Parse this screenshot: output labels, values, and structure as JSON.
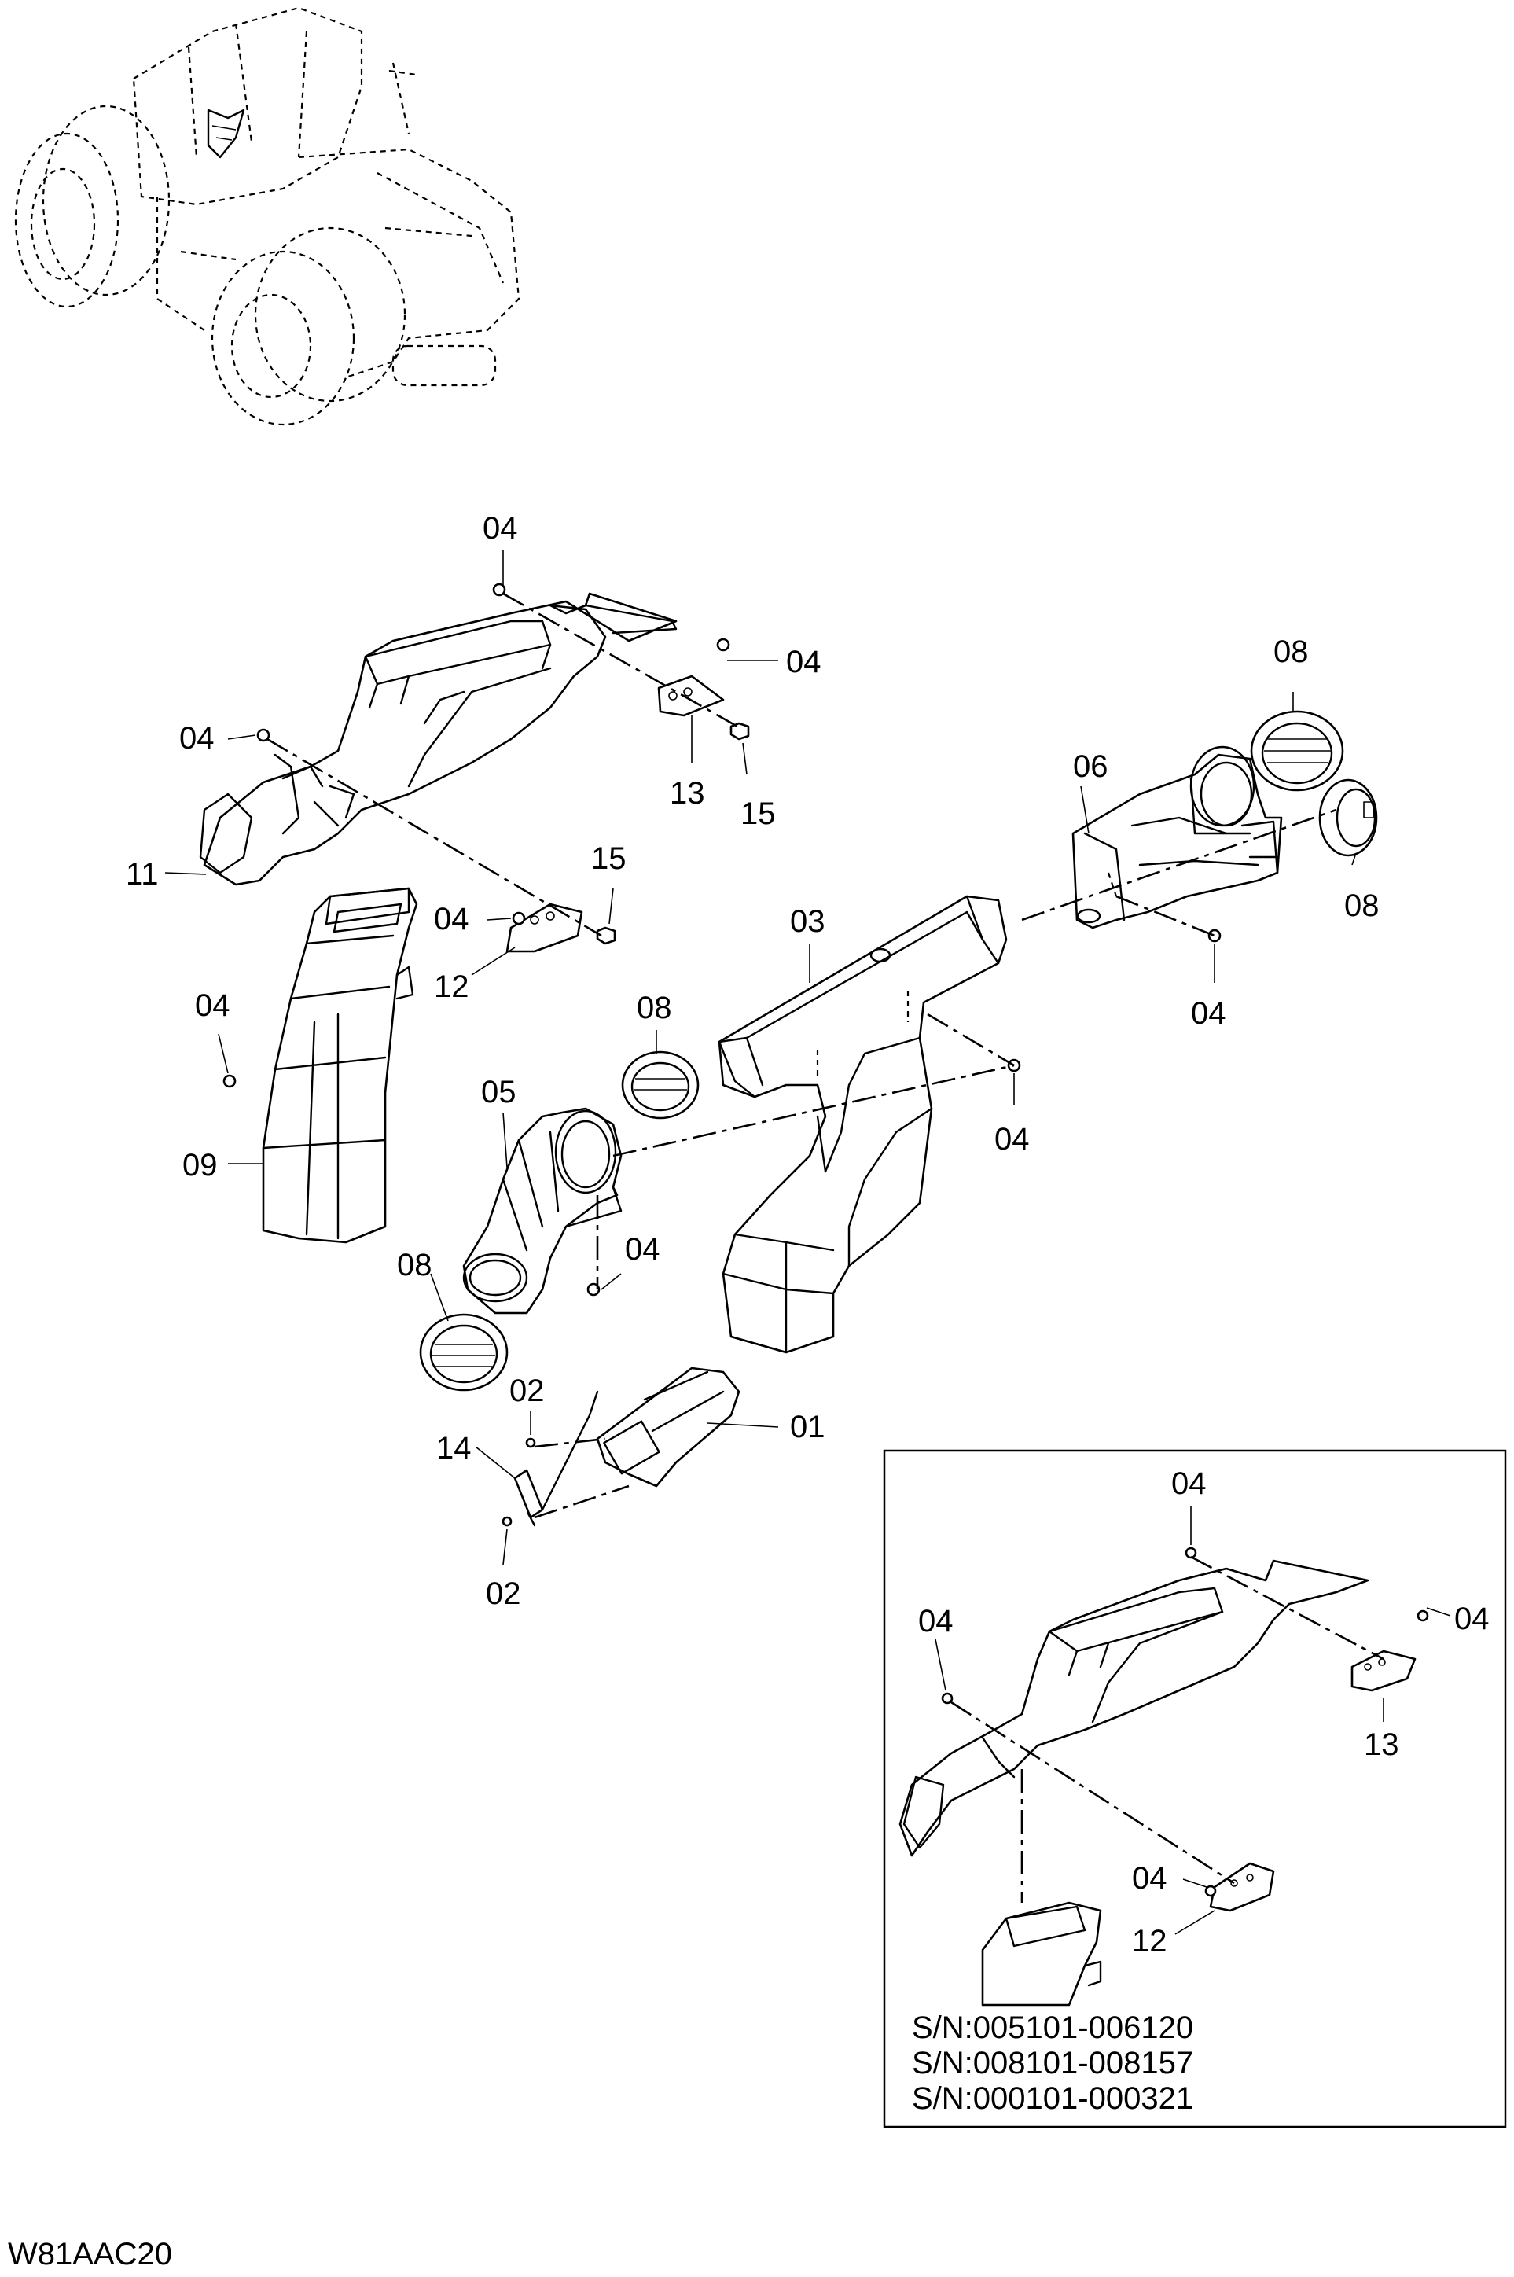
{
  "diagram_code": "W81AAC20",
  "callouts": {
    "c04_top": "04",
    "c04_bracket13_bolt": "04",
    "c13": "13",
    "c15_upper": "15",
    "c04_left": "04",
    "c11": "11",
    "c15_lower": "15",
    "c04_bracket12": "04",
    "c12": "12",
    "c04_duct09": "04",
    "c09": "09",
    "c08_top": "08",
    "c06": "06",
    "c08_right": "08",
    "c04_duct06": "04",
    "c03": "03",
    "c08_mid": "08",
    "c05": "05",
    "c04_duct03": "04",
    "c04_duct05": "04",
    "c08_low": "08",
    "c02_upper": "02",
    "c14": "14",
    "c01": "01",
    "c02_lower": "02"
  },
  "inset": {
    "callouts": {
      "c04_top": "04",
      "c04_left": "04",
      "c04_right": "04",
      "c13": "13",
      "c04_bracket12": "04",
      "c12": "12"
    },
    "serial_numbers": [
      "S/N:005101-006120",
      "S/N:008101-008157",
      "S/N:000101-000321"
    ]
  },
  "icons": [
    "loader-overview-icon",
    "duct-part-icon",
    "vent-louver-icon",
    "bolt-icon",
    "nut-icon",
    "bracket-icon"
  ]
}
